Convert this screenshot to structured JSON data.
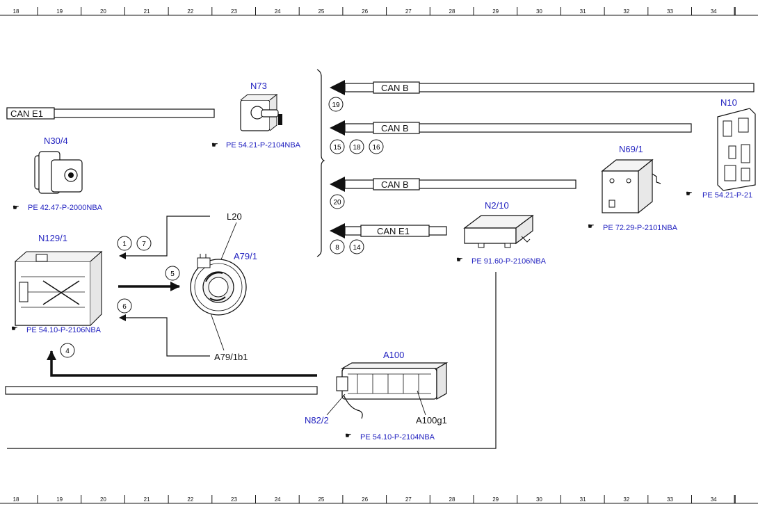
{
  "colors": {
    "label_blue": "#1f1fbf",
    "line_black": "#111111"
  },
  "columns": [
    "18",
    "19",
    "20",
    "21",
    "22",
    "23",
    "24",
    "25",
    "26",
    "27",
    "28",
    "29",
    "30",
    "31",
    "32",
    "33",
    "34"
  ],
  "buses": {
    "can_e1_left": "CAN E1",
    "can_b_19": "CAN B",
    "can_b_15": "CAN B",
    "can_b_20": "CAN B",
    "can_e1_8": "CAN E1"
  },
  "markers": [
    "19",
    "15",
    "18",
    "16",
    "20",
    "8",
    "14",
    "1",
    "7",
    "5",
    "6",
    "4"
  ],
  "components": {
    "n73": {
      "label": "N73",
      "ref": "PE 54.21-P-2104NBA",
      "icon": "module-n73-icon"
    },
    "n30_4": {
      "label": "N30/4",
      "ref": "PE 42.47-P-2000NBA",
      "icon": "module-n30-4-icon"
    },
    "n129_1": {
      "label": "N129/1",
      "ref": "PE 54.10-P-2106NBA",
      "icon": "module-n129-1-icon"
    },
    "a79_1": {
      "label": "A79/1",
      "l20": "L20",
      "b1": "A79/1b1",
      "icon": "a79-1-icon"
    },
    "n2_10": {
      "label": "N2/10",
      "ref": "PE 91.60-P-2106NBA",
      "icon": "module-n2-10-icon"
    },
    "n69_1": {
      "label": "N69/1",
      "ref": "PE 72.29-P-2101NBA",
      "icon": "module-n69-1-icon"
    },
    "n10": {
      "label": "N10",
      "ref": "PE 54.21-P-21",
      "icon": "module-n10-icon"
    },
    "a100": {
      "label": "A100",
      "n82_2": "N82/2",
      "g1": "A100g1",
      "ref": "PE 54.10-P-2104NBA",
      "icon": "battery-a100-icon"
    }
  }
}
